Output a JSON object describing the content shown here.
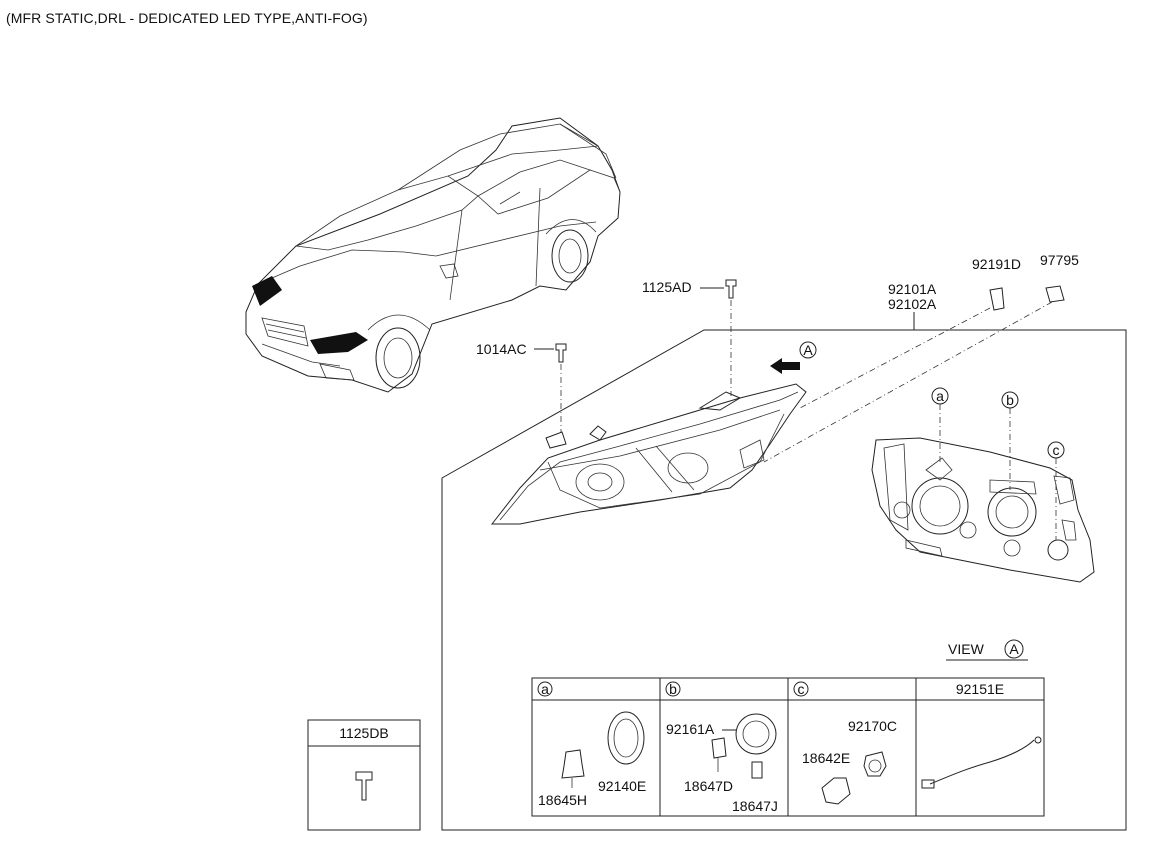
{
  "header": "(MFR STATIC,DRL - DEDICATED LED TYPE,ANTI-FOG)",
  "parts": {
    "p1125AD": "1125AD",
    "p1014AC": "1014AC",
    "p92101A": "92101A",
    "p92102A": "92102A",
    "p92191D": "92191D",
    "p97795": "97795",
    "view_arrow": "A"
  },
  "view": {
    "label": "VIEW",
    "marker": "A",
    "callouts": [
      "a",
      "b",
      "c"
    ]
  },
  "table": {
    "headers": [
      "a",
      "b",
      "c",
      "92151E"
    ],
    "cell_a": [
      "18645H",
      "92140E"
    ],
    "cell_b": [
      "92161A",
      "18647D",
      "18647J"
    ],
    "cell_c": [
      "92170C",
      "18642E"
    ]
  },
  "small_box": {
    "title": "1125DB"
  }
}
